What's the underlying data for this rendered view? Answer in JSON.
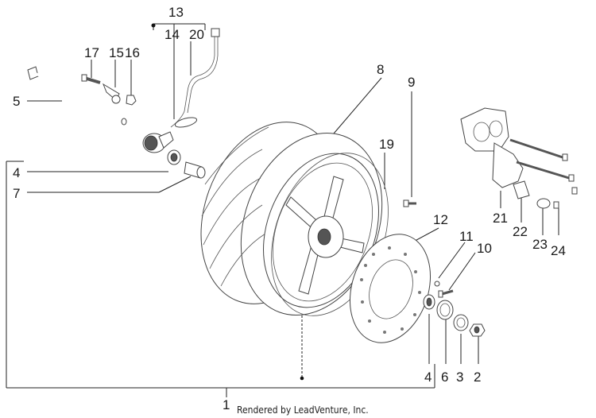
{
  "callouts": {
    "c1": "1",
    "c2": "2",
    "c3": "3",
    "c4a": "4",
    "c4b": "4",
    "c5": "5",
    "c6": "6",
    "c7": "7",
    "c8": "8",
    "c9": "9",
    "c10": "10",
    "c11": "11",
    "c12": "12",
    "c13": "13",
    "c14": "14",
    "c15": "15",
    "c16": "16",
    "c17": "17",
    "c19": "19",
    "c20": "20",
    "c21": "21",
    "c22": "22",
    "c23": "23",
    "c24": "24"
  },
  "footer": {
    "credit": "Rendered by LeadVenture, Inc."
  }
}
